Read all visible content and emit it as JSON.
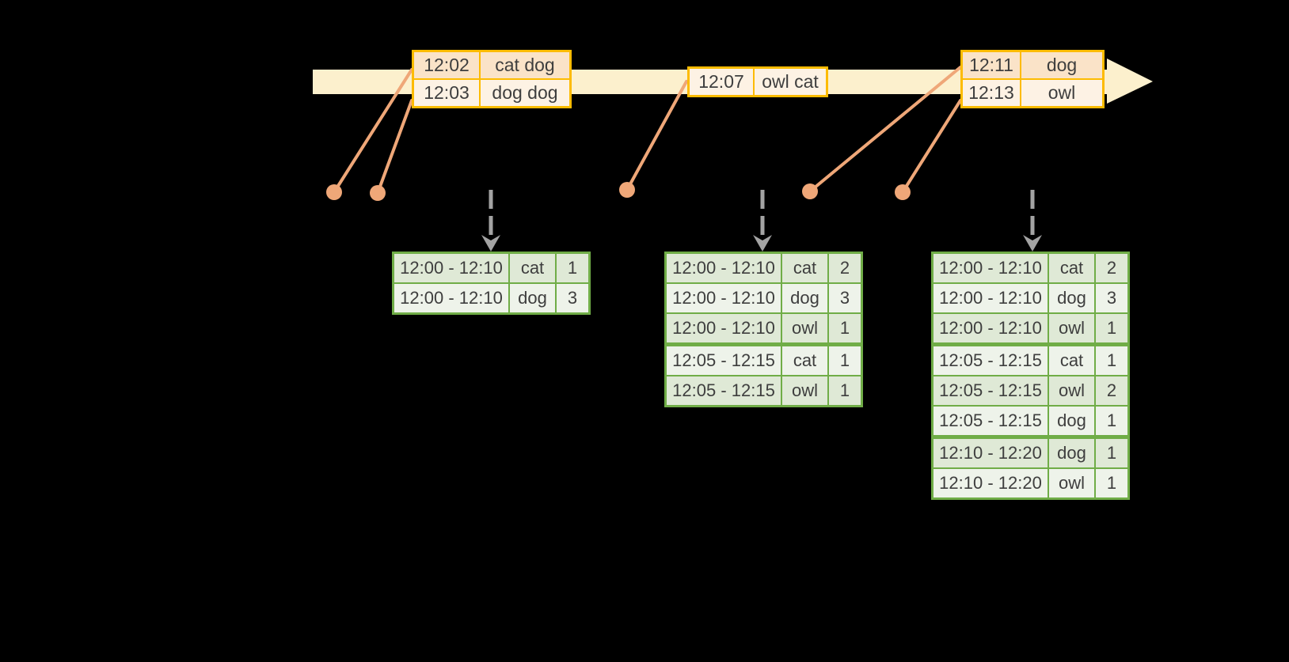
{
  "colors": {
    "timeline": "#fcf0cd",
    "event_border": "#fdbb01",
    "event_row_dark": "#fae3c8",
    "event_row_light": "#fdf2e4",
    "connector": "#efa778",
    "arrow_gray": "#a3a3a3",
    "result_border": "#70ad47",
    "result_row_dark": "#dfe9d6",
    "result_row_light": "#eef3ea",
    "text": "#3e3e3e"
  },
  "event_tables": [
    {
      "rows": [
        {
          "time": "12:02",
          "words": "cat dog"
        },
        {
          "time": "12:03",
          "words": "dog dog"
        }
      ]
    },
    {
      "rows": [
        {
          "time": "12:07",
          "words": "owl cat"
        }
      ]
    },
    {
      "rows": [
        {
          "time": "12:11",
          "words": "dog"
        },
        {
          "time": "12:13",
          "words": "owl"
        }
      ]
    }
  ],
  "result_tables": [
    {
      "rows": [
        {
          "window": "12:00 - 12:10",
          "word": "cat",
          "count": "1"
        },
        {
          "window": "12:00 - 12:10",
          "word": "dog",
          "count": "3"
        }
      ]
    },
    {
      "rows": [
        {
          "window": "12:00 - 12:10",
          "word": "cat",
          "count": "2"
        },
        {
          "window": "12:00 - 12:10",
          "word": "dog",
          "count": "3"
        },
        {
          "window": "12:00 - 12:10",
          "word": "owl",
          "count": "1"
        },
        {
          "window": "12:05 - 12:15",
          "word": "cat",
          "count": "1"
        },
        {
          "window": "12:05 - 12:15",
          "word": "owl",
          "count": "1"
        }
      ]
    },
    {
      "rows": [
        {
          "window": "12:00 - 12:10",
          "word": "cat",
          "count": "2"
        },
        {
          "window": "12:00 - 12:10",
          "word": "dog",
          "count": "3"
        },
        {
          "window": "12:00 - 12:10",
          "word": "owl",
          "count": "1"
        },
        {
          "window": "12:05 - 12:15",
          "word": "cat",
          "count": "1"
        },
        {
          "window": "12:05 - 12:15",
          "word": "owl",
          "count": "2"
        },
        {
          "window": "12:05 - 12:15",
          "word": "dog",
          "count": "1"
        },
        {
          "window": "12:10 - 12:20",
          "word": "dog",
          "count": "1"
        },
        {
          "window": "12:10 - 12:20",
          "word": "owl",
          "count": "1"
        }
      ]
    }
  ]
}
